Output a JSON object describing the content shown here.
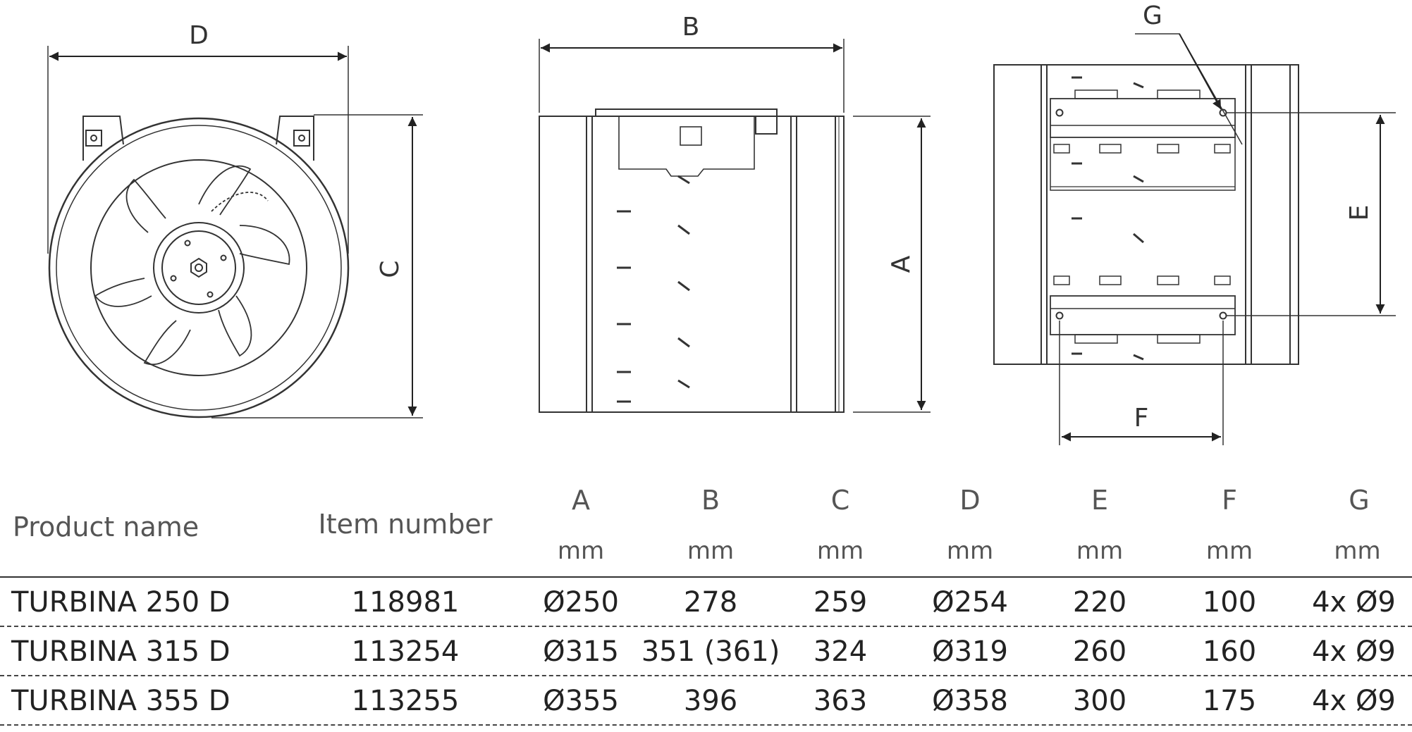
{
  "dimension_labels": {
    "a": "A",
    "b": "B",
    "c": "C",
    "d": "D",
    "e": "E",
    "f": "F",
    "g": "G"
  },
  "table": {
    "headers": {
      "product_name": "Product name",
      "item_number": "Item number",
      "dimensions": [
        {
          "letter": "A",
          "unit": "mm"
        },
        {
          "letter": "B",
          "unit": "mm"
        },
        {
          "letter": "C",
          "unit": "mm"
        },
        {
          "letter": "D",
          "unit": "mm"
        },
        {
          "letter": "E",
          "unit": "mm"
        },
        {
          "letter": "F",
          "unit": "mm"
        },
        {
          "letter": "G",
          "unit": "mm"
        }
      ]
    },
    "rows": [
      {
        "product": "TURBINA 250 D",
        "item": "118981",
        "a": "Ø250",
        "b": "278",
        "c": "259",
        "d": "Ø254",
        "e": "220",
        "f": "100",
        "g": "4x Ø9"
      },
      {
        "product": "TURBINA 315 D",
        "item": "113254",
        "a": "Ø315",
        "b": "351 (361)",
        "c": "324",
        "d": "Ø319",
        "e": "260",
        "f": "160",
        "g": "4x Ø9"
      },
      {
        "product": "TURBINA 355 D",
        "item": "113255",
        "a": "Ø355",
        "b": "396",
        "c": "363",
        "d": "Ø358",
        "e": "300",
        "f": "175",
        "g": "4x Ø9"
      }
    ]
  }
}
